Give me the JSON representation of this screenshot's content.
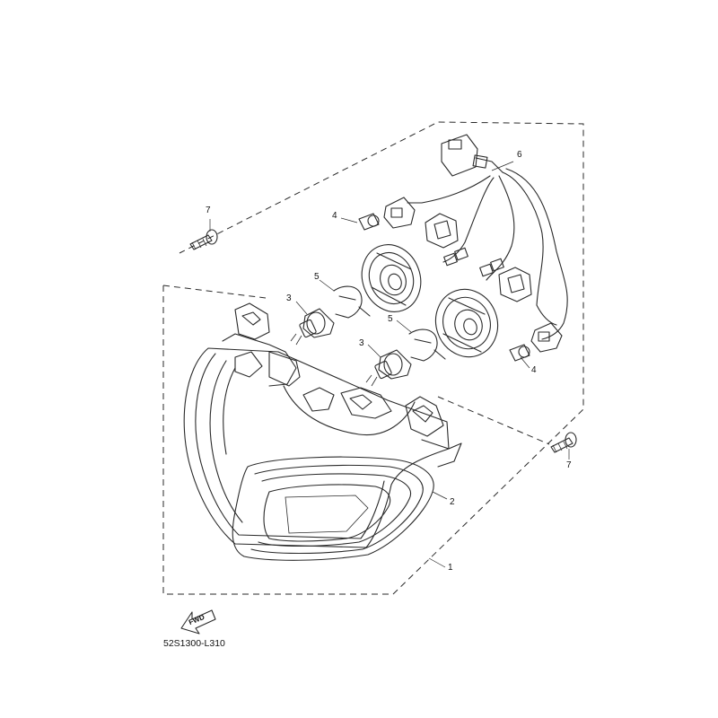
{
  "callouts": [
    {
      "id": "1",
      "label": "1"
    },
    {
      "id": "2",
      "label": "2"
    },
    {
      "id": "3a",
      "label": "3"
    },
    {
      "id": "3b",
      "label": "3"
    },
    {
      "id": "4a",
      "label": "4"
    },
    {
      "id": "4b",
      "label": "4"
    },
    {
      "id": "5a",
      "label": "5"
    },
    {
      "id": "5b",
      "label": "5"
    },
    {
      "id": "6",
      "label": "6"
    },
    {
      "id": "7a",
      "label": "7"
    },
    {
      "id": "7b",
      "label": "7"
    }
  ],
  "fwd_label": "FWD",
  "drawing_code": "52S1300-L310"
}
